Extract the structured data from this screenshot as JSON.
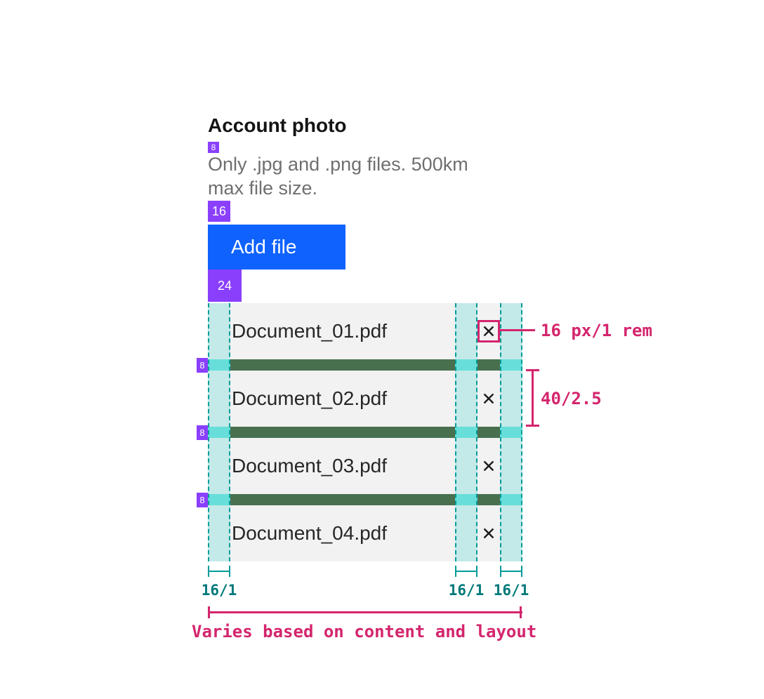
{
  "section": {
    "title": "Account photo",
    "helper_line1": "Only .jpg and .png files. 500km",
    "helper_line2": "max file size.",
    "button_label": "Add file"
  },
  "spacing_badges": {
    "below_title": "8",
    "below_helper": "16",
    "below_button": "24",
    "row_gaps": [
      "8",
      "8",
      "8"
    ]
  },
  "files": [
    {
      "name": "Document_01.pdf"
    },
    {
      "name": "Document_02.pdf"
    },
    {
      "name": "Document_03.pdf"
    },
    {
      "name": "Document_04.pdf"
    }
  ],
  "icons": {
    "close_glyph": "✕"
  },
  "annotations": {
    "close_icon_size": "16 px/1 rem",
    "row_height": "40/2.5",
    "padding_left": "16/1",
    "padding_between": "16/1",
    "padding_right": "16/1",
    "width_note": "Varies based on content and layout"
  },
  "colors": {
    "spacing_badge_purple": "#8a3ffc",
    "button_blue": "#0f62fe",
    "annotation_pink": "#d4256d",
    "overlay_cyan_border": "#009d9a",
    "overlay_cyan_bright": "#6fe3de",
    "teal_label": "#00797b",
    "row_gray": "#f2f2f2",
    "gap_green": "#48704e"
  }
}
